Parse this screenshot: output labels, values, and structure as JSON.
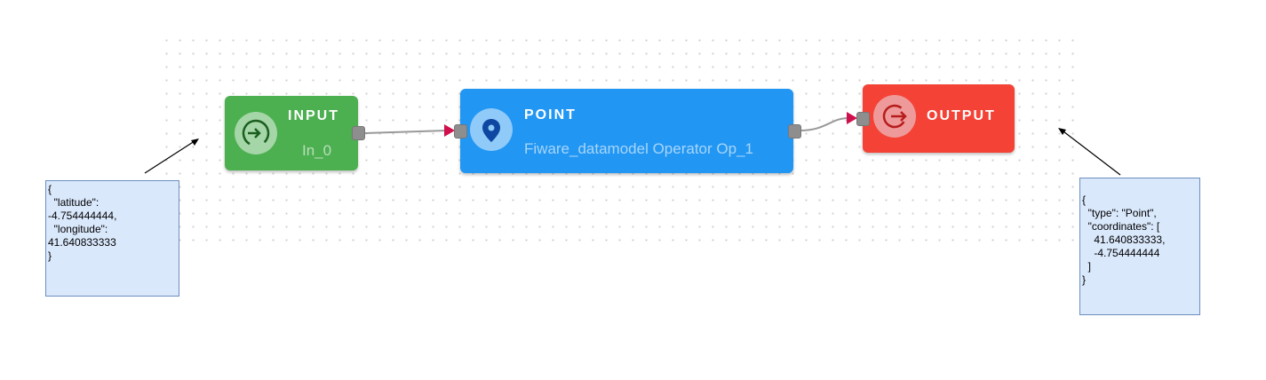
{
  "nodes": {
    "input": {
      "title": "INPUT",
      "subtitle": "In_0",
      "color": "#4caf50"
    },
    "point": {
      "title": "POINT",
      "subtitle": "Fiware_datamodel Operator Op_1",
      "color": "#2196f3"
    },
    "output": {
      "title": "OUTPUT",
      "color": "#f44336"
    }
  },
  "notes": {
    "input_example": "{\n  \"latitude\":\n-4.754444444,\n  \"longitude\":\n41.640833333\n}",
    "output_example": "{\n  \"type\": \"Point\",\n  \"coordinates\": [\n    41.640833333,\n    -4.754444444\n  ]\n}"
  }
}
